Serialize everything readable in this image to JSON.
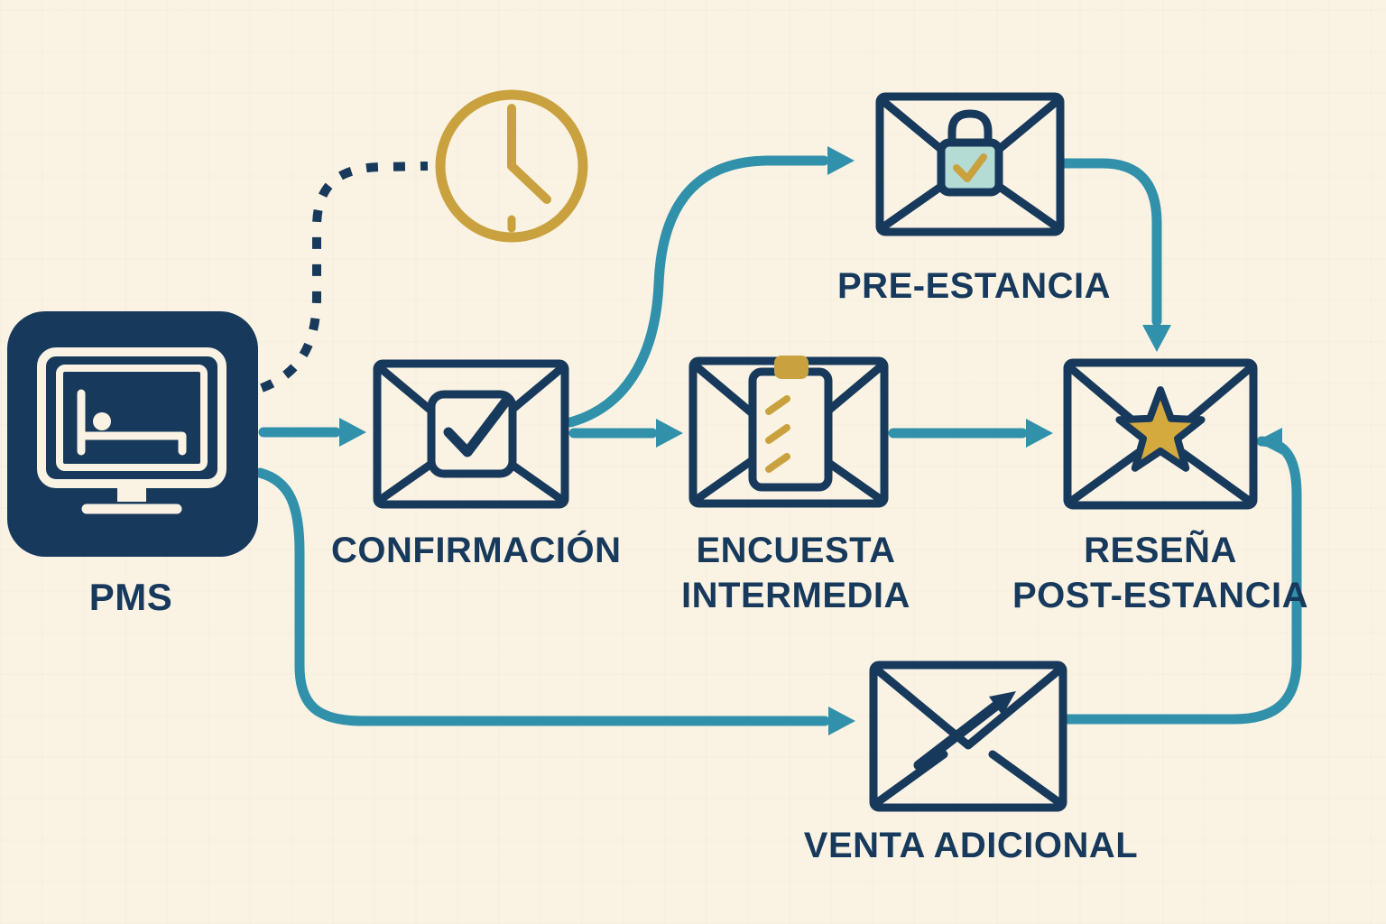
{
  "diagram": {
    "title": "PMS email automation flow",
    "background_color": "#faf3e4",
    "colors": {
      "navy": "#17395c",
      "teal": "#3191ab",
      "gold": "#c9a23f",
      "star_gold": "#d4aa3e",
      "lock_fill": "#b4dcd4",
      "cream": "#faf3e4"
    },
    "nodes": {
      "pms": {
        "label": "PMS",
        "icon": "pms-monitor-bed-icon"
      },
      "confirmacion": {
        "label": "CONFIRMACIÓN",
        "icon": "envelope-check-icon"
      },
      "encuesta": {
        "label_line1": "ENCUESTA",
        "label_line2": "INTERMEDIA",
        "icon": "envelope-clipboard-icon"
      },
      "pre_estancia": {
        "label": "PRE-ESTANCIA",
        "icon": "envelope-lock-icon"
      },
      "resena": {
        "label_line1": "RESEÑA",
        "label_line2": "POST-ESTANCIA",
        "icon": "envelope-star-icon"
      },
      "venta": {
        "label": "VENTA ADICIONAL",
        "icon": "envelope-upsell-arrow-icon"
      },
      "timer": {
        "icon": "clock-icon"
      }
    },
    "edges": [
      {
        "from": "pms",
        "to": "confirmacion",
        "style": "solid-arrow"
      },
      {
        "from": "pms",
        "to": "timer",
        "style": "dashed"
      },
      {
        "from": "confirmacion",
        "to": "encuesta",
        "style": "solid-arrow"
      },
      {
        "from": "confirmacion",
        "to": "pre_estancia",
        "style": "solid-arrow"
      },
      {
        "from": "pre_estancia",
        "to": "resena",
        "style": "solid-arrow"
      },
      {
        "from": "encuesta",
        "to": "resena",
        "style": "solid-arrow"
      },
      {
        "from": "pms",
        "to": "venta",
        "style": "solid-arrow"
      },
      {
        "from": "venta",
        "to": "resena",
        "style": "solid-arrow"
      }
    ]
  }
}
